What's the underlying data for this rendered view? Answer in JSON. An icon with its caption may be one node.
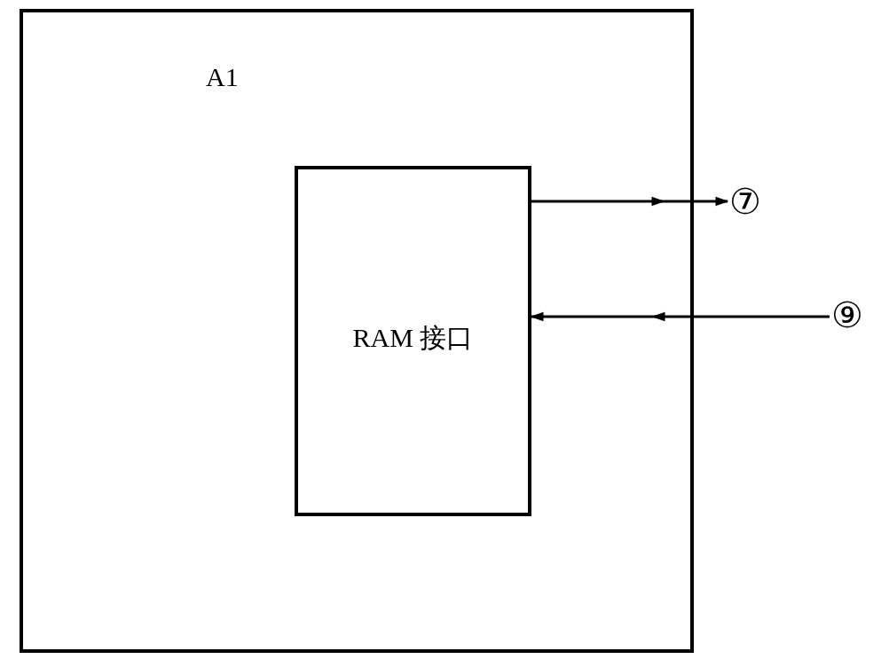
{
  "diagram": {
    "nodes": [
      {
        "text": [
          "A1"
        ]
      },
      {
        "text": [
          "RAM 接口"
        ],
        "in": 0
      },
      {
        "text": [
          "⑦"
        ]
      },
      {
        "text": [
          "⑨"
        ]
      }
    ],
    "edges": [
      {
        "from": 1,
        "to": 2,
        "arrow": "to"
      },
      {
        "from": 3,
        "to": 1,
        "arrow": "to"
      }
    ]
  }
}
